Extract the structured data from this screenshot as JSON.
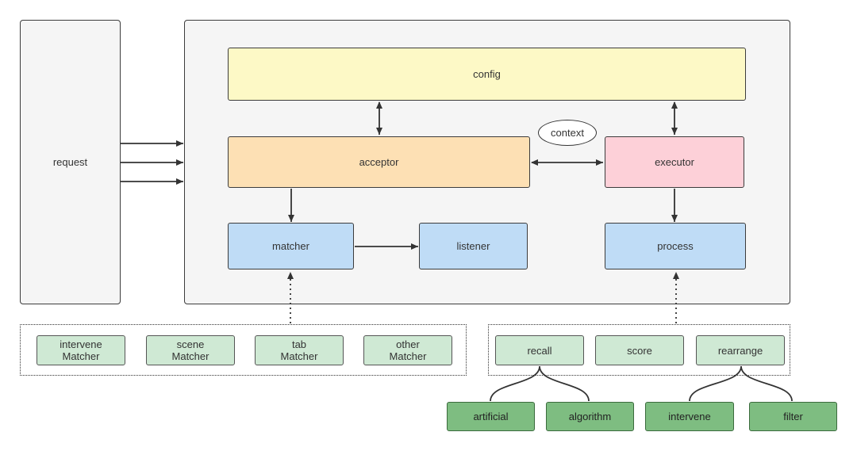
{
  "request": "request",
  "core": {
    "config": "config",
    "acceptor": "acceptor",
    "executor": "executor",
    "context": "context",
    "matcher": "matcher",
    "listener": "listener",
    "process": "process"
  },
  "matchers": [
    "intervene\nMatcher",
    "scene\nMatcher",
    "tab\nMatcher",
    "other\nMatcher"
  ],
  "stages": [
    "recall",
    "score",
    "rearrange"
  ],
  "recall_children": [
    "artificial",
    "algorithm"
  ],
  "rearrange_children": [
    "intervene",
    "filter"
  ]
}
